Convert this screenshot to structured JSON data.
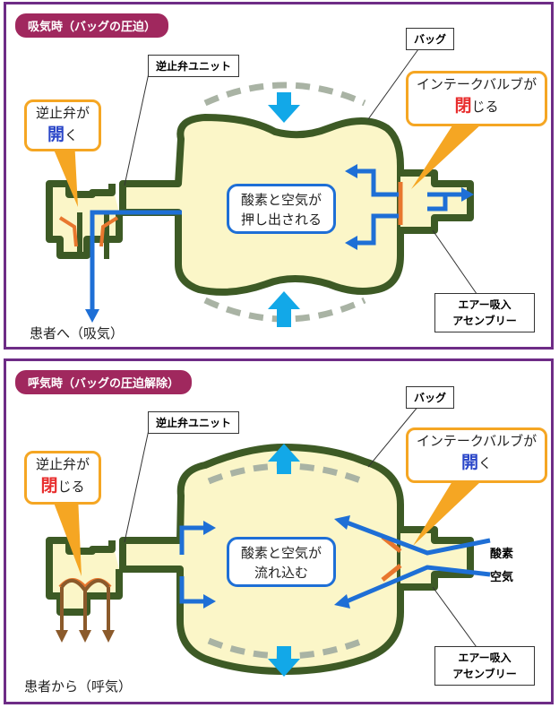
{
  "inhale": {
    "tag": "吸気時（バッグの圧迫）",
    "check_valve_unit": "逆止弁ユニット",
    "bag": "バッグ",
    "check_valve_pre": "逆止弁が",
    "check_valve_state": "開",
    "check_valve_post": "く",
    "intake_valve_pre": "インテークバルブが",
    "intake_valve_state": "閉",
    "intake_valve_post": "じる",
    "center_line1": "酸素と空気が",
    "center_line2": "押し出される",
    "air_intake_line1": "エアー吸入",
    "air_intake_line2": "アセンブリー",
    "patient": "患者へ（吸気）"
  },
  "exhale": {
    "tag": "呼気時（バッグの圧迫解除）",
    "check_valve_unit": "逆止弁ユニット",
    "bag": "バッグ",
    "check_valve_pre": "逆止弁が",
    "check_valve_state": "閉",
    "check_valve_post": "じる",
    "intake_valve_pre": "インテークバルブが",
    "intake_valve_state": "開",
    "intake_valve_post": "く",
    "center_line1": "酸素と空気が",
    "center_line2": "流れ込む",
    "air_intake_line1": "エアー吸入",
    "air_intake_line2": "アセンブリー",
    "oxygen": "酸素",
    "air": "空気",
    "patient": "患者から（呼気）"
  },
  "colors": {
    "frame": "#6e2c86",
    "tag": "#a0285e",
    "bag_fill": "#fbf6c8",
    "bag_outline": "#3d5a25",
    "arrow_blue": "#1e6fd6",
    "arrow_cyan": "#12a8e8",
    "callout_border": "#f5a623",
    "valve_orange": "#e8772e",
    "exhale_brown": "#8b5a2b",
    "state_red": "#e82d2d",
    "state_blue": "#2a46c8"
  }
}
